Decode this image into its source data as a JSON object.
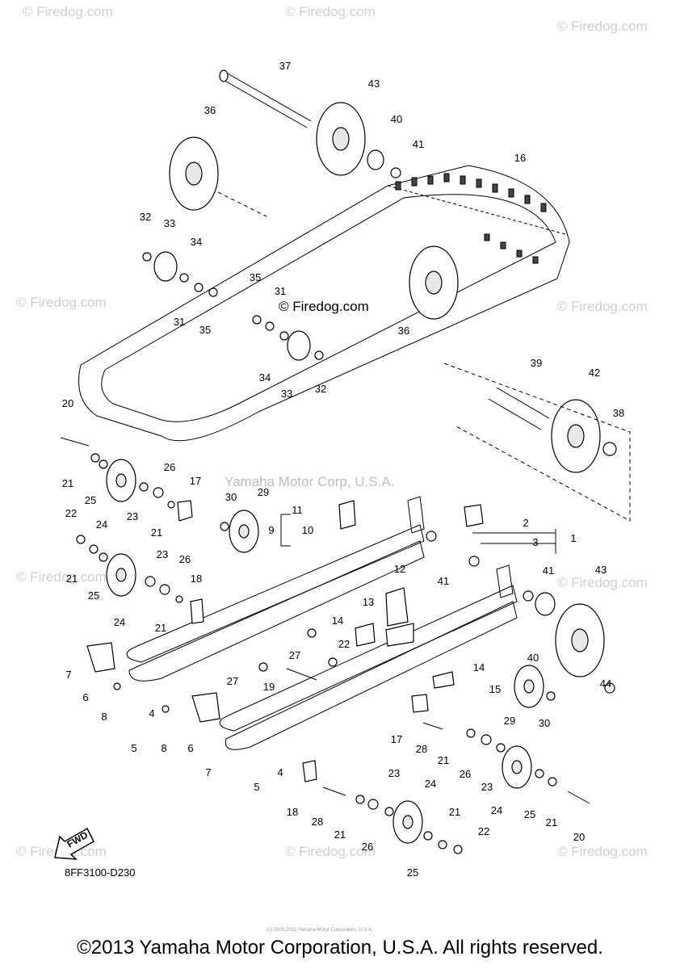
{
  "watermark": "© Firedog.com",
  "center_watermark": "Yamaha Motor Corp, U.S.A.",
  "diagram_code": "8FF3100-D230",
  "fwd_label": "FWD",
  "tiny_copyright": "(c) 2005-2015 Yamaha Motor Corporation, U.S.A.",
  "copyright": "©2013 Yamaha Motor Corporation, U.S.A. All rights reserved.",
  "callouts": [
    "37",
    "43",
    "40",
    "41",
    "16",
    "36",
    "32",
    "33",
    "34",
    "31",
    "35",
    "35",
    "31",
    "36",
    "34",
    "33",
    "32",
    "20",
    "39",
    "42",
    "38",
    "21",
    "25",
    "26",
    "24",
    "23",
    "17",
    "22",
    "30",
    "29",
    "11",
    "10",
    "9",
    "2",
    "3",
    "1",
    "21",
    "21",
    "25",
    "23",
    "26",
    "24",
    "21",
    "18",
    "41",
    "41",
    "43",
    "12",
    "13",
    "14",
    "22",
    "27",
    "7",
    "6",
    "8",
    "4",
    "5",
    "27",
    "19",
    "14",
    "15",
    "8",
    "6",
    "7",
    "4",
    "5",
    "40",
    "44",
    "29",
    "30",
    "17",
    "28",
    "21",
    "26",
    "23",
    "24",
    "25",
    "21",
    "20",
    "18",
    "28",
    "21",
    "26",
    "23",
    "24",
    "25",
    "21",
    "22"
  ]
}
